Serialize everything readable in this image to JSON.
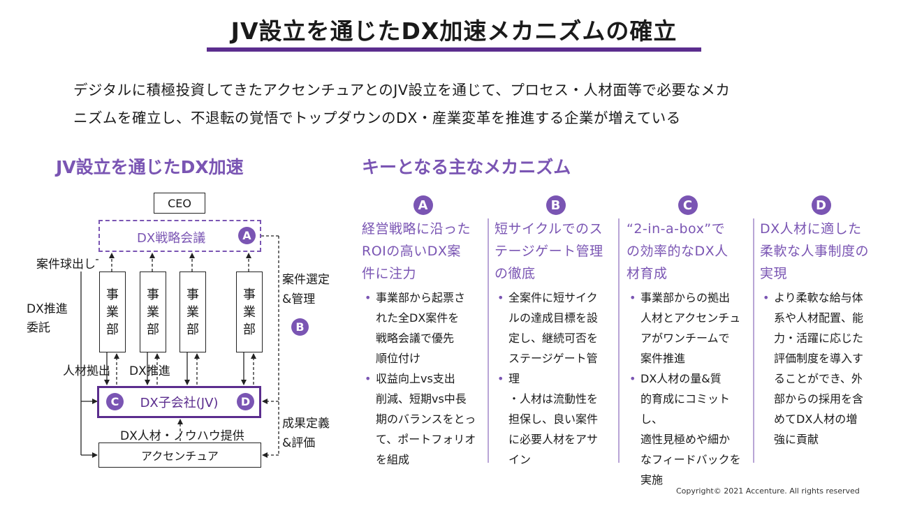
{
  "title": "JV設立を通じたDX加速メカニズムの確立",
  "lead": {
    "line1": "デジタルに積極投資してきたアクセンチュアとのJV設立を通じて、プロセス・人材面等で必要なメカ",
    "line2": "ニズムを確立し、不退転の覚悟でトップダウンのDX・産業変革を推進する企業が増えている"
  },
  "left_heading": "JV設立を通じたDX加速",
  "right_heading": "キーとなる主なメカニズム",
  "diagram": {
    "ceo": "CEO",
    "strategy_meeting": "DX戦略会議",
    "business_unit_lines": [
      "事",
      "業",
      "部"
    ],
    "subsidiary": "DX子会社(JV)",
    "accenture": "アクセンチュア",
    "labels": {
      "case_pitch": "案件球出し",
      "dx_promotion_line1": "DX推進",
      "dx_promotion_line2": "委託",
      "talent_dispatch": "人材拠出",
      "dx_promote": "DX推進",
      "talent_knowhow": "DX人材・ノウハウ提供",
      "case_selection_line1": "案件選定",
      "case_selection_line2": "&管理",
      "outcome_line1": "成果定義",
      "outcome_line2": "&評価"
    },
    "markers": {
      "a": "A",
      "b": "B",
      "c": "C",
      "d": "D"
    }
  },
  "columns": [
    {
      "letter": "A",
      "title": "経営戦略に沿った\nROIの高いDX案\n件に注力",
      "bullets": [
        "事業部から起票さ\nれた全DX案件を\n戦略会議で優先\n順位付け",
        "収益向上vs支出\n削減、短期vs中長\n期のバランスをとっ\nて、ポートフォリオ\nを組成"
      ],
      "note": ""
    },
    {
      "letter": "B",
      "title": "短サイクルでのス\nテージゲート管理\nの徹底",
      "bullets": [
        "全案件に短サイク\nルの達成目標を設\n定し、継続可否を\nステージゲート管",
        "理"
      ],
      "note": "・人材は流動性を\n担保し、良い案件\nに必要人材をアサ\nイン"
    },
    {
      "letter": "C",
      "title": "“2-in-a-box”で\nの効率的なDX人\n材育成",
      "bullets": [
        "事業部からの拠出\n人材とアクセンチュ\nアがワンチームで\n案件推進",
        "DX人材の量&質\n的育成にコミットし、\n適性見極めや細か\nなフィードバックを\n実施"
      ],
      "note": ""
    },
    {
      "letter": "D",
      "title": "DX人材に適した\n柔軟な人事制度の\n実現",
      "bullets": [
        "より柔軟な給与体\n系や人材配置、能\n力・活躍に応じた\n評価制度を導入す\nることができ、外\n部からの採用を含\nめてDX人材の増\n強に貢献"
      ],
      "note": ""
    }
  ],
  "copyright": "Copyright© 2021 Accenture. All rights reserved",
  "colors": {
    "accent": "#7a55b3",
    "title_bar": "#5b2d8e"
  }
}
